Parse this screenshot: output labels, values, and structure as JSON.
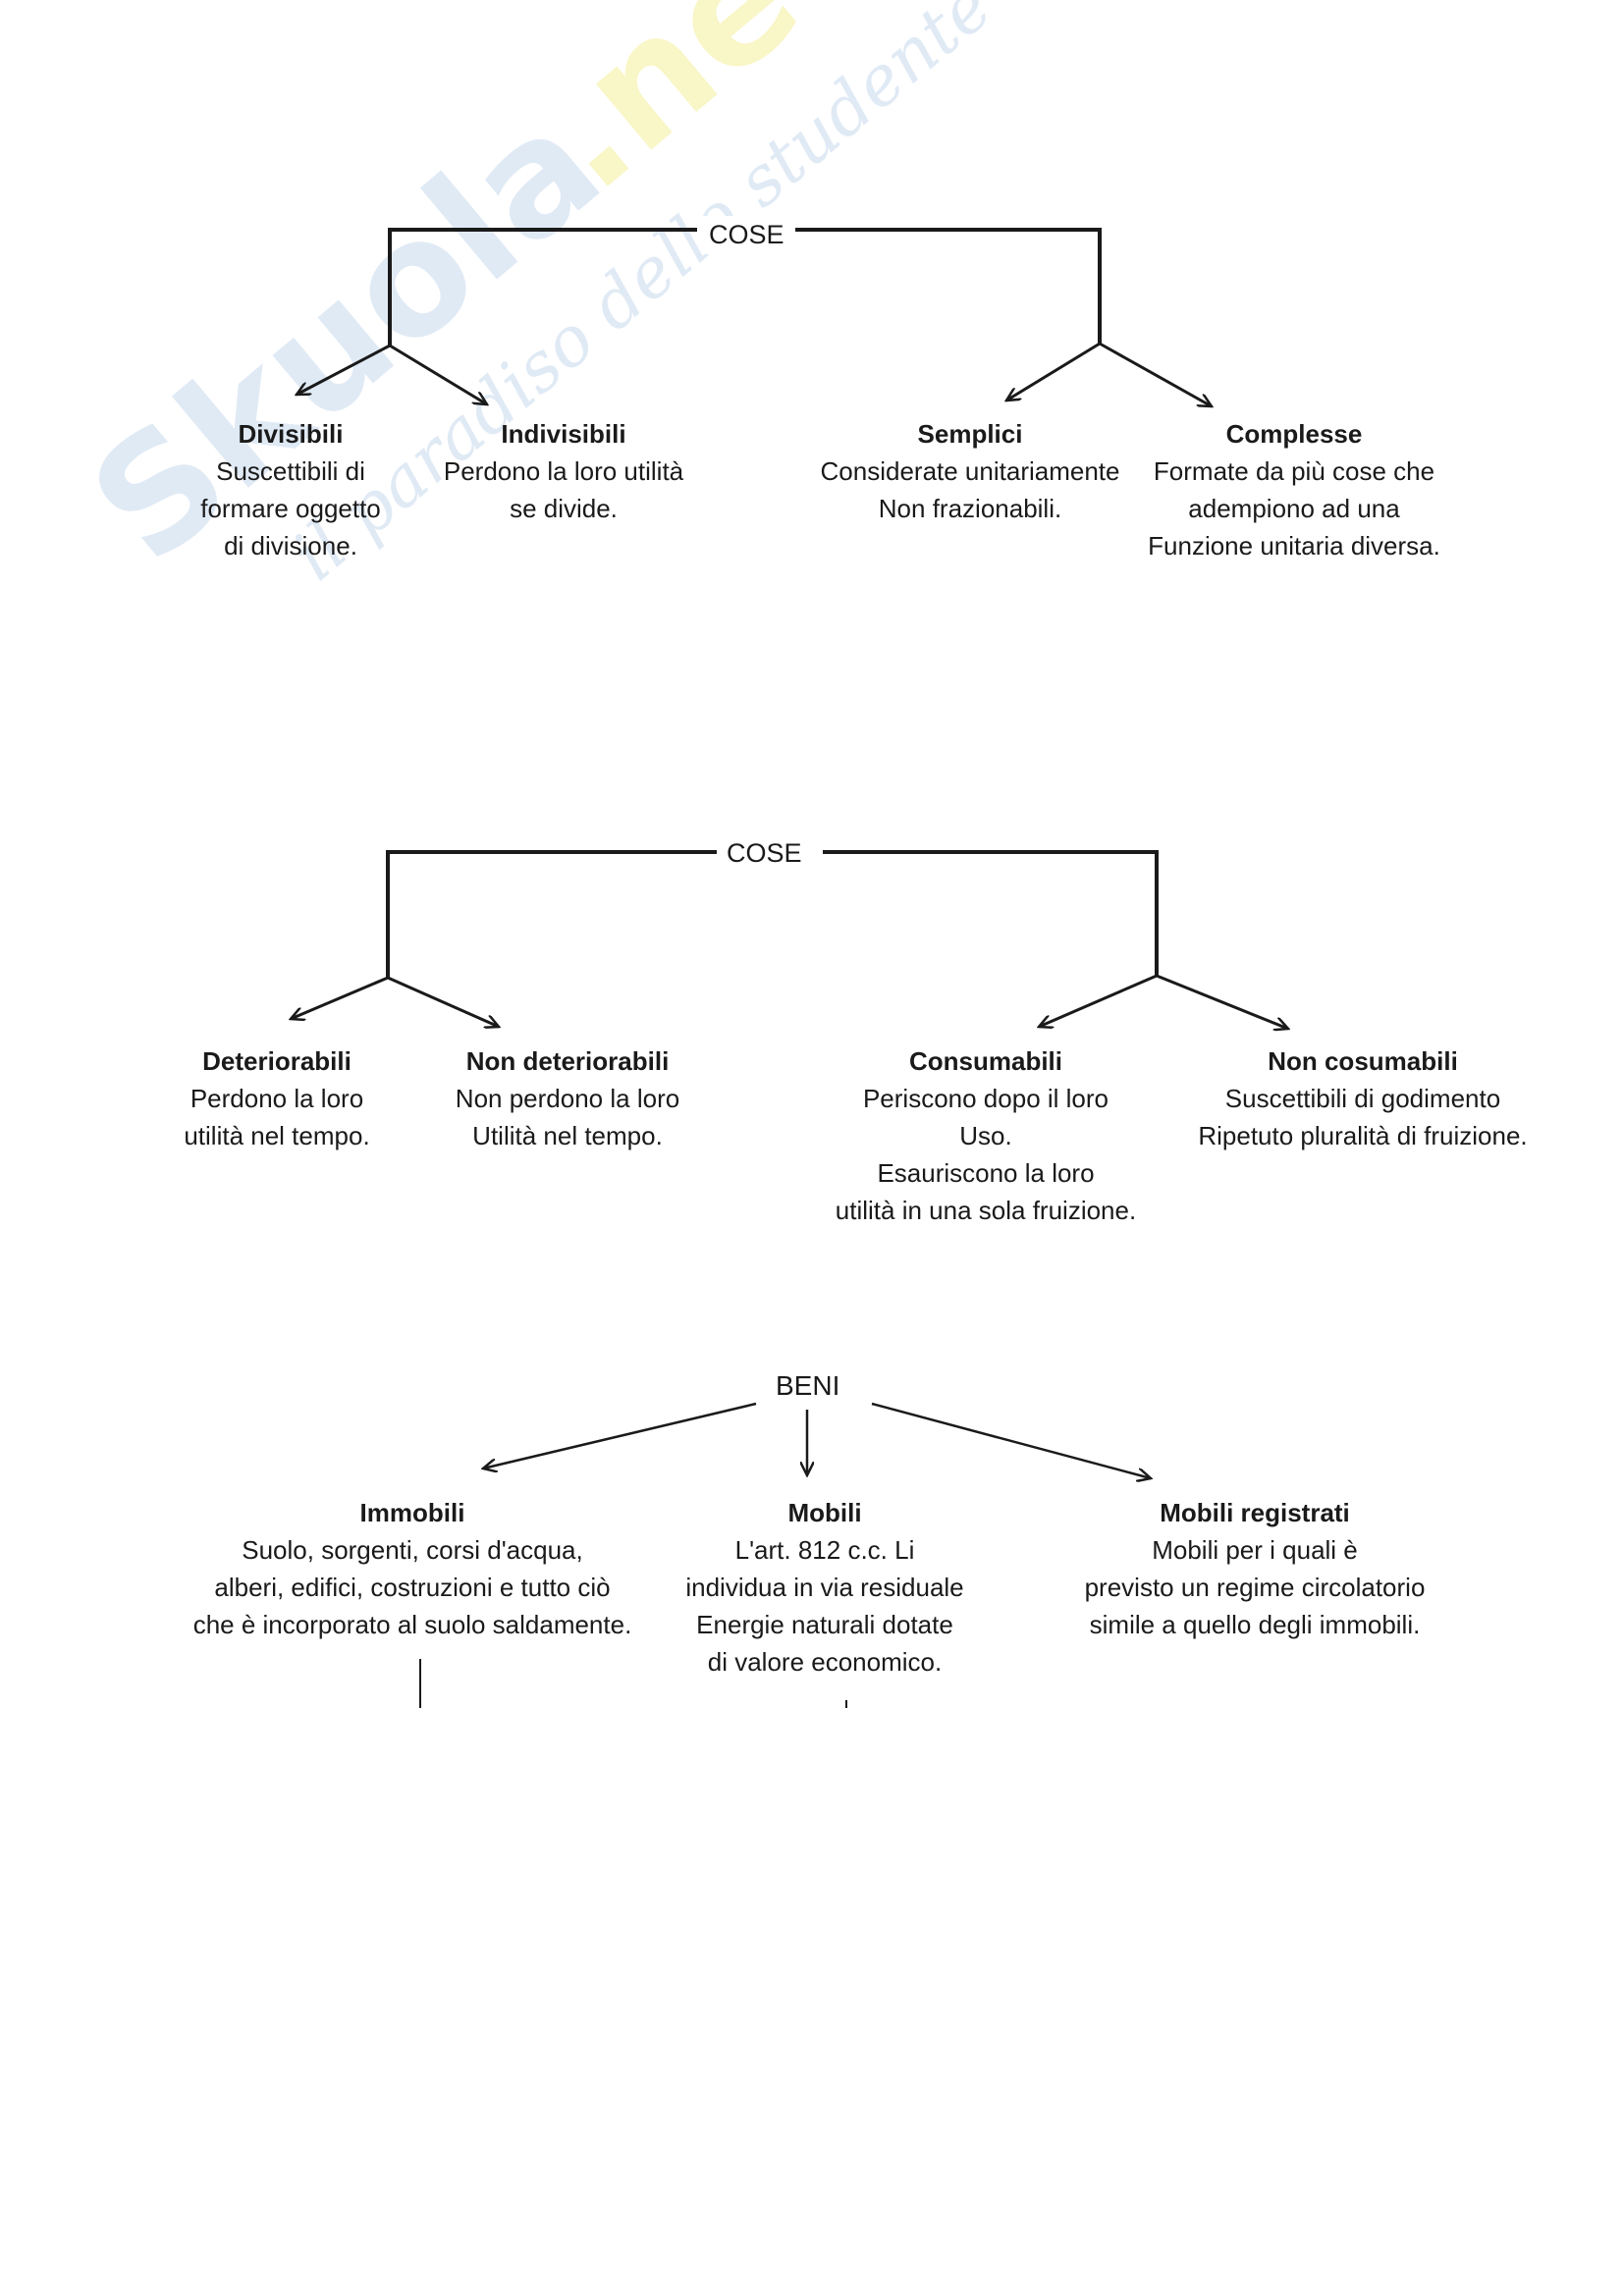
{
  "watermark": {
    "brand": "Skuola.net",
    "tagline": "il paradiso dello studente",
    "color": "#c7d9ee",
    "accent": "#f5ef9a"
  },
  "diagram1": {
    "root": "COSE",
    "nodes": [
      {
        "title": "Divisibili",
        "desc": [
          "Suscettibili di",
          "formare oggetto",
          "di divisione."
        ]
      },
      {
        "title": "Indivisibili",
        "desc": [
          "Perdono la loro utilità",
          "se divide."
        ]
      },
      {
        "title": "Semplici",
        "desc": [
          "Considerate unitariamente",
          "Non frazionabili."
        ]
      },
      {
        "title": "Complesse",
        "desc": [
          "Formate da più cose che",
          "adempiono ad una",
          "Funzione unitaria diversa."
        ]
      }
    ]
  },
  "diagram2": {
    "root": "COSE",
    "nodes": [
      {
        "title": "Deteriorabili",
        "desc": [
          "Perdono la loro",
          "utilità nel tempo."
        ]
      },
      {
        "title": "Non deteriorabili",
        "desc": [
          "Non perdono la loro",
          "Utilità nel tempo."
        ]
      },
      {
        "title": "Consumabili",
        "desc": [
          "Periscono dopo il loro",
          "Uso.",
          "Esauriscono la loro",
          "utilità in una sola fruizione."
        ]
      },
      {
        "title": "Non cosumabili",
        "desc": [
          "Suscettibili di godimento",
          "Ripetuto pluralità di fruizione."
        ]
      }
    ]
  },
  "diagram3": {
    "root": "BENI",
    "nodes": [
      {
        "title": "Immobili",
        "desc": [
          "Suolo, sorgenti, corsi d'acqua,",
          "alberi, edifici, costruzioni e tutto ciò",
          "che è incorporato al suolo saldamente."
        ]
      },
      {
        "title": "Mobili",
        "desc": [
          "L'art. 812 c.c. Li",
          "individua in via residuale",
          "Energie naturali dotate",
          "di valore economico."
        ]
      },
      {
        "title": "Mobili registrati",
        "desc": [
          "Mobili per i quali è",
          "previsto un regime circolatorio",
          "simile a quello degli immobili."
        ]
      }
    ]
  }
}
